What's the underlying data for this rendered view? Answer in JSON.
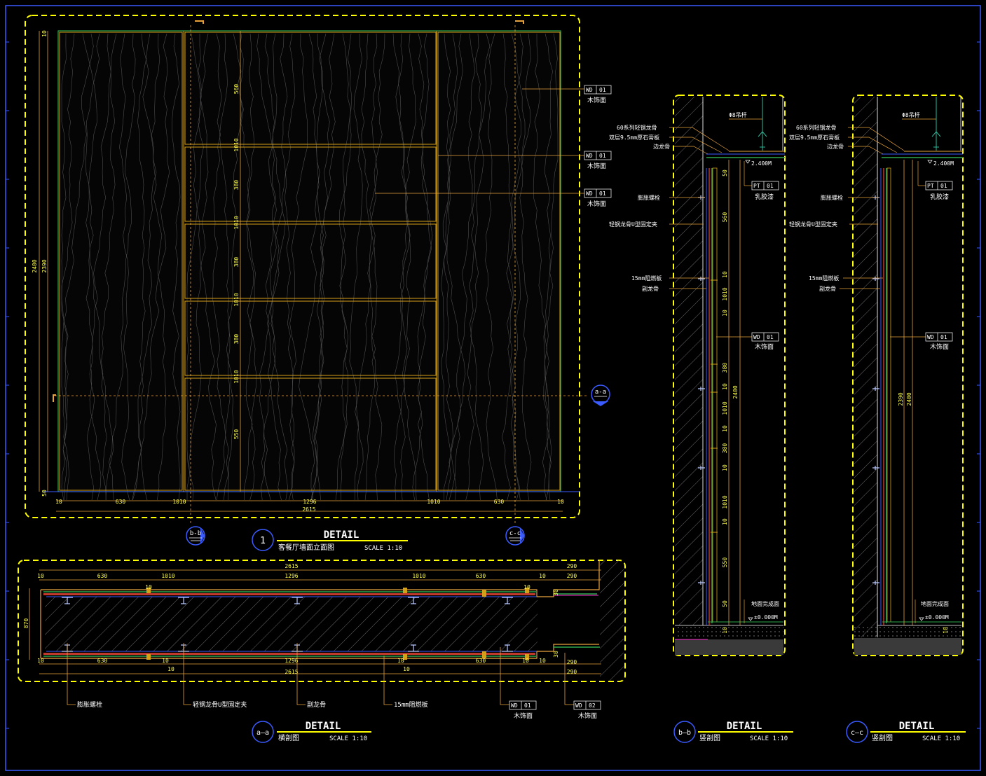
{
  "colors": {
    "background": "#000000",
    "frame": "#3a5bff",
    "dashed_border": "#ffff00",
    "wood_panel": "#d4a017",
    "wood_grain": "#5a5a5a",
    "green_line": "#2ea84a",
    "magenta_line": "#ff2bd0",
    "leader": "#e8a33c",
    "text": "#ffffff",
    "dimension": "#ffff4d"
  },
  "elevation": {
    "dims_bottom": [
      "10",
      "630",
      "1010",
      "1296",
      "1010",
      "630",
      "10"
    ],
    "dim_total": "2615",
    "dims_left": [
      "2400",
      "2390",
      "10",
      "50"
    ],
    "dims_mid": [
      "560",
      "1010",
      "380",
      "1010",
      "380",
      "1010",
      "380",
      "1010",
      "550"
    ],
    "tags": [
      {
        "code": "WD",
        "num": "01",
        "label": "木饰面"
      },
      {
        "code": "WD",
        "num": "01",
        "label": "木饰面"
      },
      {
        "code": "WD",
        "num": "01",
        "label": "木饰面"
      }
    ],
    "section_marks": [
      "b-b",
      "c-c",
      "a-a"
    ]
  },
  "title_elevation": {
    "number": "1",
    "detail": "DETAIL",
    "name": "客餐厅墙面立面图",
    "scale": "SCALE 1:10"
  },
  "plan_section": {
    "dims_top": [
      "10",
      "630",
      "10",
      "1010",
      "1296",
      "1010",
      "630",
      "10",
      "10",
      "290",
      "290"
    ],
    "dims_top_total": "2615",
    "dims_bottom": [
      "10",
      "630",
      "10",
      "10",
      "1296",
      "10",
      "10",
      "630",
      "10",
      "10",
      "290",
      "290"
    ],
    "dims_bottom_total": "2615",
    "dims_left": "870",
    "dims_right": [
      "30",
      "30"
    ],
    "labels": [
      "膨胀螺栓",
      "轻钢龙骨U型固定夹",
      "副龙骨",
      "15mm阻燃板"
    ],
    "tags": [
      {
        "code": "WD",
        "num": "01",
        "label": "木饰面"
      },
      {
        "code": "WD",
        "num": "02",
        "label": "木饰面"
      }
    ]
  },
  "title_plan": {
    "mark": "a—a",
    "detail": "DETAIL",
    "name": "横剖图",
    "scale": "SCALE 1:10"
  },
  "section_bb": {
    "top_label": "Φ8吊杆",
    "left_labels": [
      "60系列轻钢龙骨",
      "双层9.5mm厚石膏板",
      "边龙骨",
      "膨胀螺栓",
      "轻钢龙骨U型固定夹",
      "15mm阻燃板",
      "副龙骨"
    ],
    "level_top": "2.400M",
    "level_bottom": "±0.000M",
    "floor_label": "地面完成面",
    "dims": [
      "50",
      "560",
      "10",
      "1010",
      "10",
      "380",
      "10",
      "1010",
      "10",
      "380",
      "10",
      "1010",
      "10",
      "550",
      "50",
      "10"
    ],
    "dim_total": "2400",
    "tags": [
      {
        "code": "PT",
        "num": "01",
        "label": "乳胶漆"
      },
      {
        "code": "WD",
        "num": "01",
        "label": "木饰面"
      }
    ]
  },
  "title_bb": {
    "mark": "b—b",
    "detail": "DETAIL",
    "name": "竖剖图",
    "scale": "SCALE 1:10"
  },
  "section_cc": {
    "top_label": "Φ8吊杆",
    "left_labels": [
      "60系列轻钢龙骨",
      "双层9.5mm厚石膏板",
      "边龙骨",
      "膨胀螺栓",
      "轻钢龙骨U型固定夹",
      "15mm阻燃板",
      "副龙骨"
    ],
    "level_top": "2.400M",
    "level_bottom": "±0.000M",
    "floor_label": "地面完成面",
    "dims": [
      "2390",
      "2400",
      "10"
    ],
    "tags": [
      {
        "code": "PT",
        "num": "01",
        "label": "乳胶漆"
      },
      {
        "code": "WD",
        "num": "01",
        "label": "木饰面"
      }
    ]
  },
  "title_cc": {
    "mark": "c—c",
    "detail": "DETAIL",
    "name": "竖剖图",
    "scale": "SCALE 1:10"
  }
}
